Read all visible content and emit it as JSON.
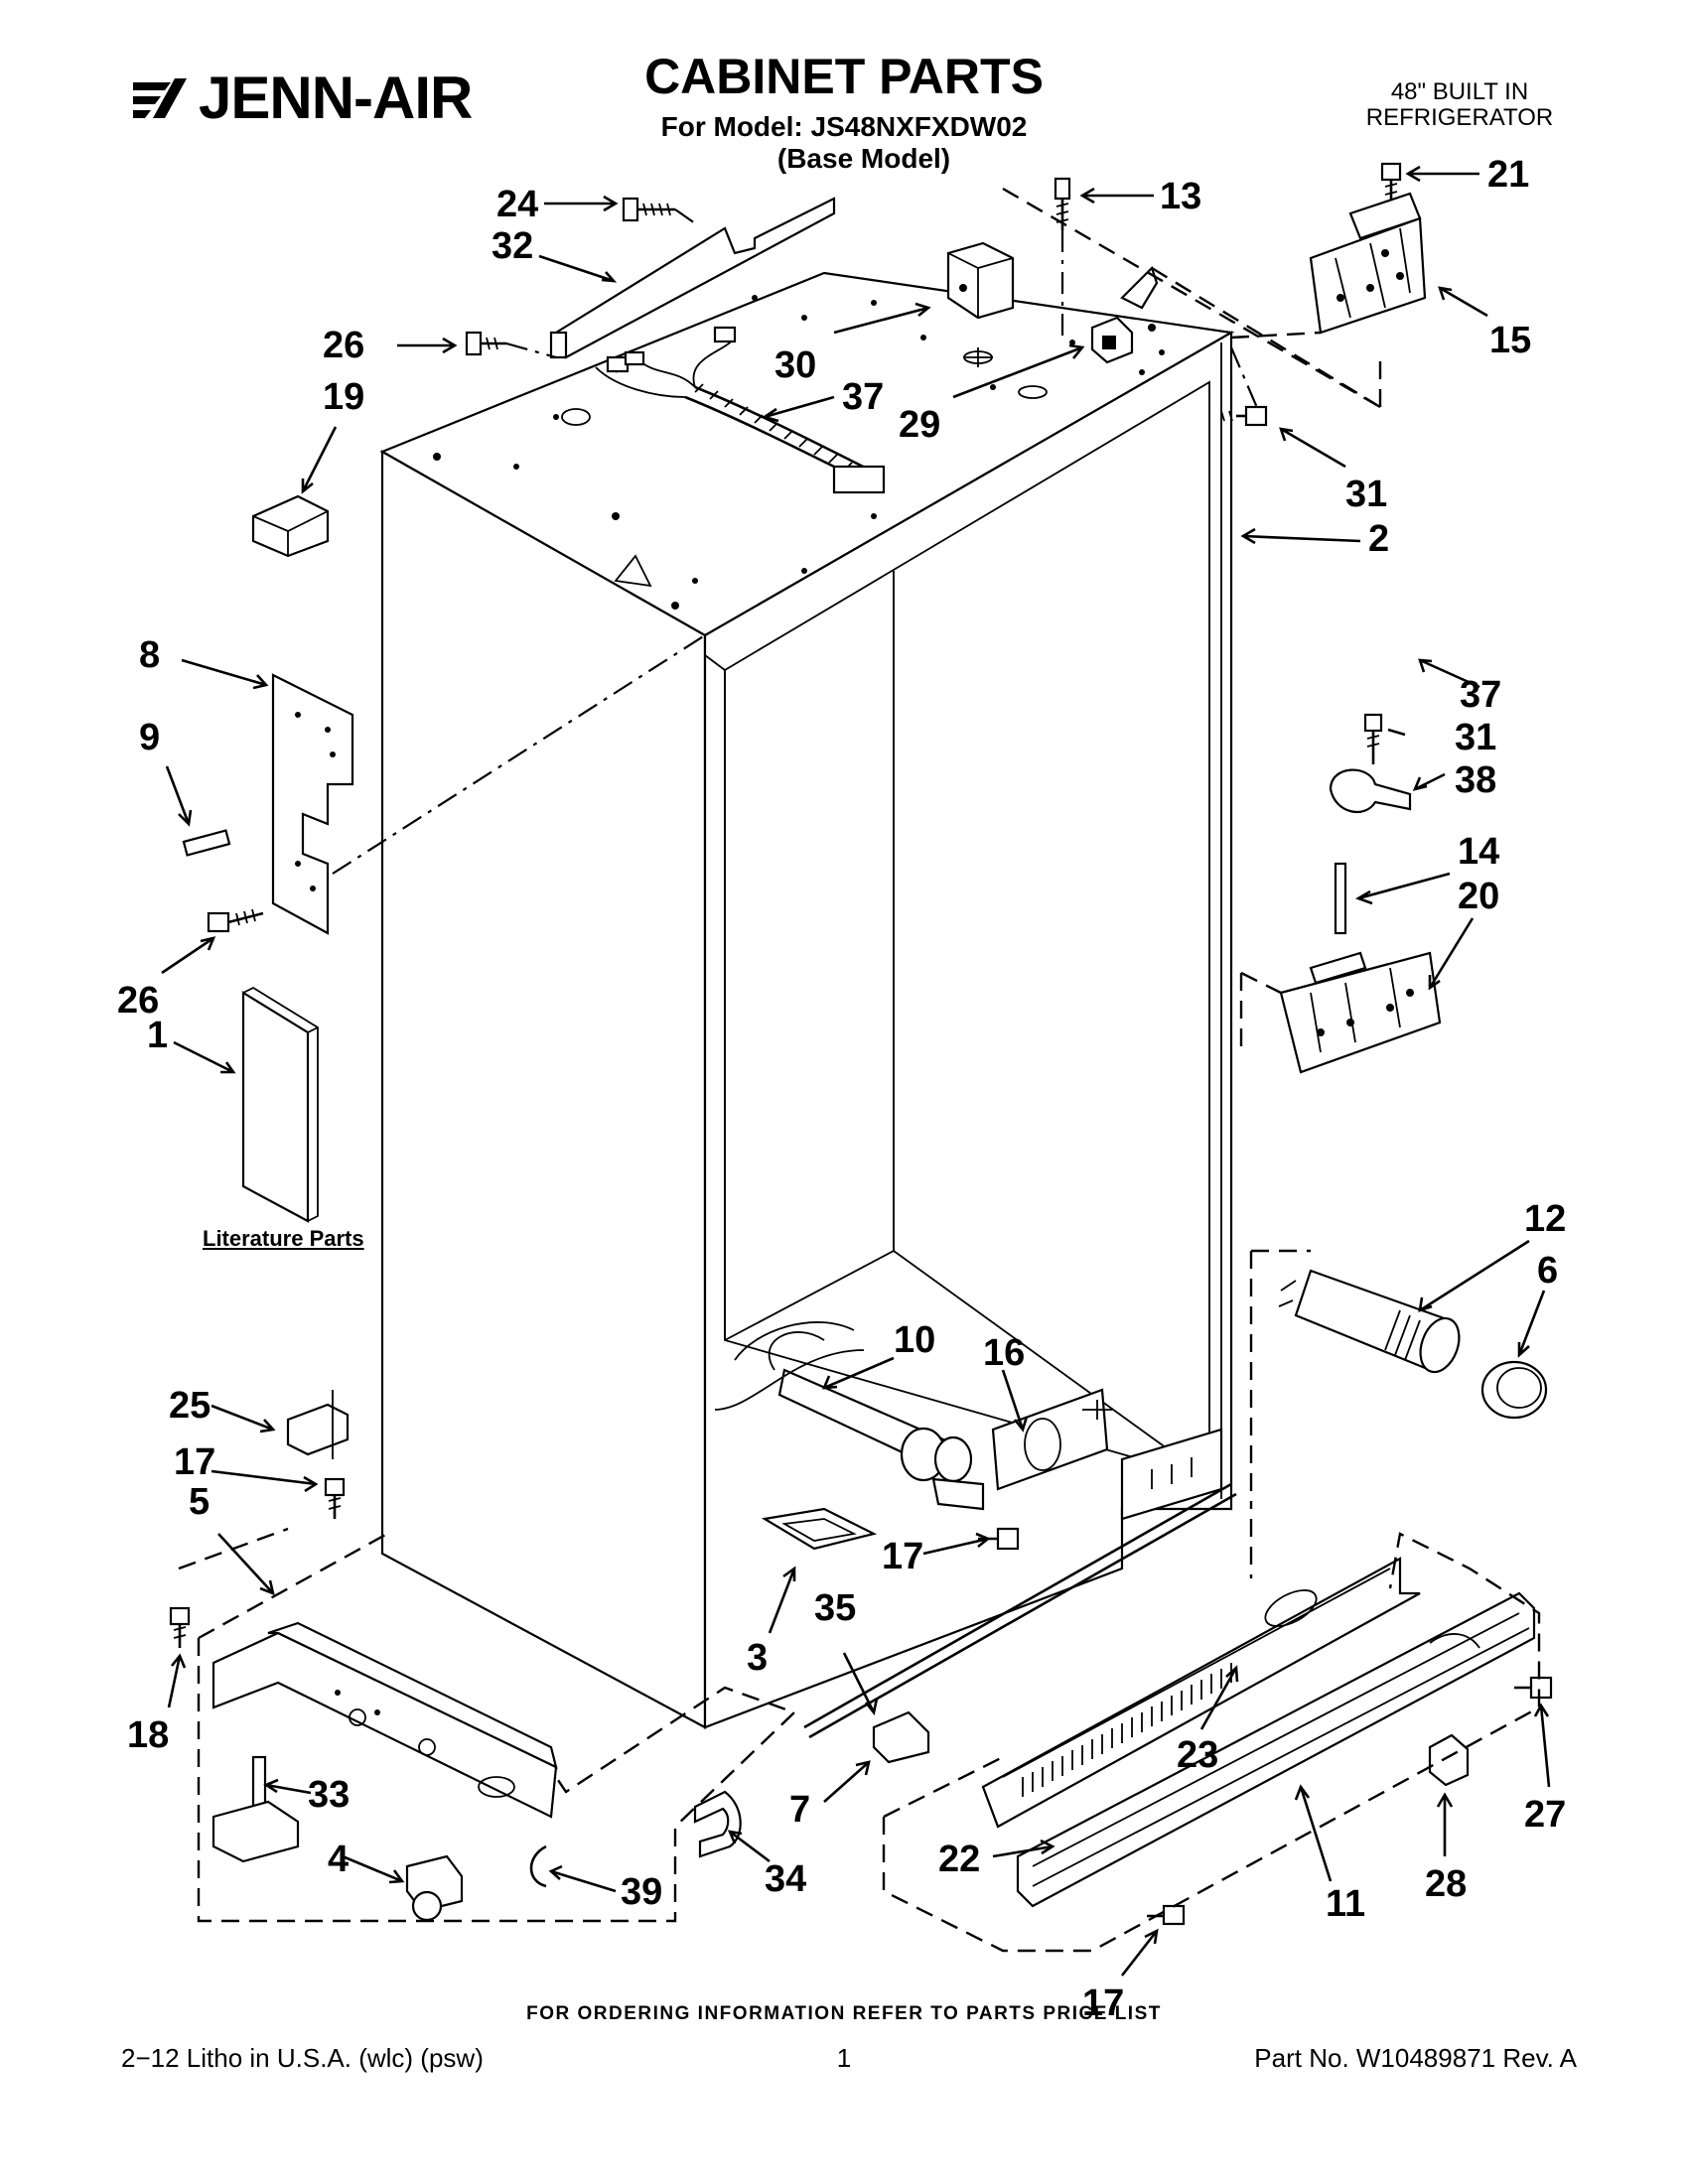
{
  "brand": "JENN-AIR",
  "title": "CABINET PARTS",
  "model_line": "For Model: JS48NXFXDW02",
  "model_note": "(Base Model)",
  "product_line1": "48\" BUILT IN",
  "product_line2": "REFRIGERATOR",
  "literature_label": "Literature Parts",
  "ordering_note": "FOR ORDERING INFORMATION REFER TO PARTS PRICE LIST",
  "footer_left": "2−12 Litho in U.S.A. (wlc) (psw)",
  "page_number": "1",
  "footer_right": "Part No. W10489871 Rev. A",
  "callouts": {
    "c24": "24",
    "c32": "32",
    "c13": "13",
    "c21": "21",
    "c15": "15",
    "c26a": "26",
    "c19": "19",
    "c30": "30",
    "c37a": "37",
    "c29": "29",
    "c31a": "31",
    "c2": "2",
    "c37b": "37",
    "c31b": "31",
    "c38": "38",
    "c14": "14",
    "c20": "20",
    "c8": "8",
    "c9": "9",
    "c26b": "26",
    "c1": "1",
    "c12": "12",
    "c6": "6",
    "c10": "10",
    "c16": "16",
    "c25": "25",
    "c17a": "17",
    "c5": "5",
    "c17b": "17",
    "c3": "3",
    "c35": "35",
    "c18": "18",
    "c23": "23",
    "c27": "27",
    "c33": "33",
    "c4": "4",
    "c39": "39",
    "c34": "34",
    "c7": "7",
    "c22": "22",
    "c28": "28",
    "c11": "11",
    "c17c": "17"
  }
}
